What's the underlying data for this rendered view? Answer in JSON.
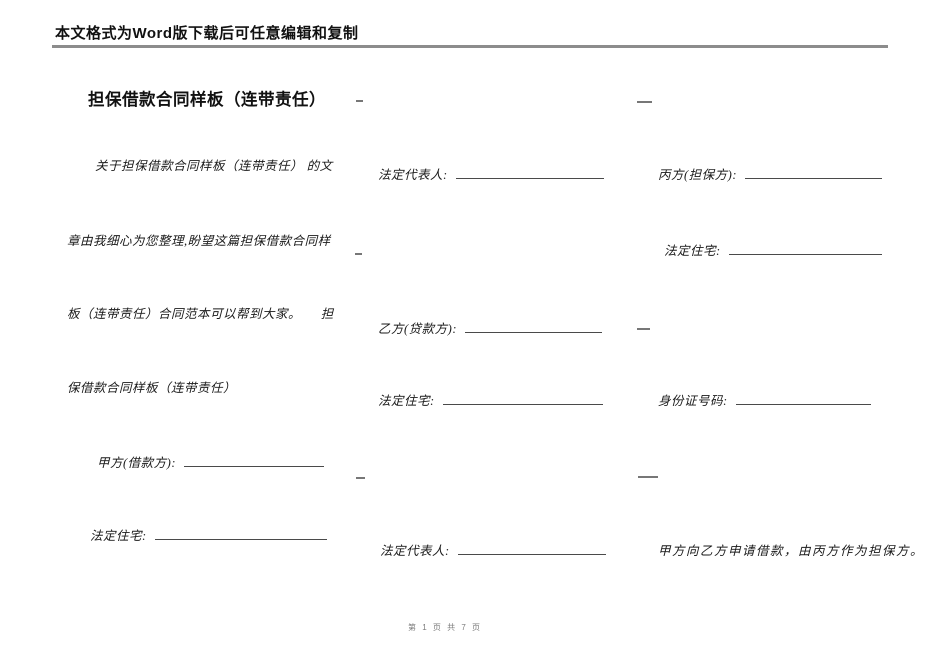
{
  "page": {
    "header_notice": "本文格式为Word版下载后可任意编辑和复制",
    "title": "担保借款合同样板（连带责任）",
    "footer_page_indicator": "第 1 页 共 7 页"
  },
  "left_column": {
    "paragraph_lines": [
      "关于担保借款合同样板（连带责任） 的文",
      "章由我细心为您整理,盼望这篇担保借款合同样",
      "板（连带责任）合同范本可以帮到大家。　　担",
      "保借款合同样板（连带责任）"
    ],
    "fields": [
      {
        "label": "甲方(借款方):",
        "value": ""
      },
      {
        "label": "法定住宅:",
        "value": ""
      }
    ]
  },
  "middle_column": {
    "fields": [
      {
        "label": "法定代表人:",
        "value": ""
      },
      {
        "label": "乙方(贷款方):",
        "value": ""
      },
      {
        "label": "法定住宅:",
        "value": ""
      },
      {
        "label": "法定代表人:",
        "value": ""
      }
    ]
  },
  "right_column": {
    "fields": [
      {
        "label": "丙方(担保方):",
        "value": ""
      },
      {
        "label": "法定住宅:",
        "value": ""
      },
      {
        "label": "身份证号码:",
        "value": ""
      }
    ],
    "closing_sentence": "甲方向乙方申请借款，由丙方作为担保方。"
  }
}
